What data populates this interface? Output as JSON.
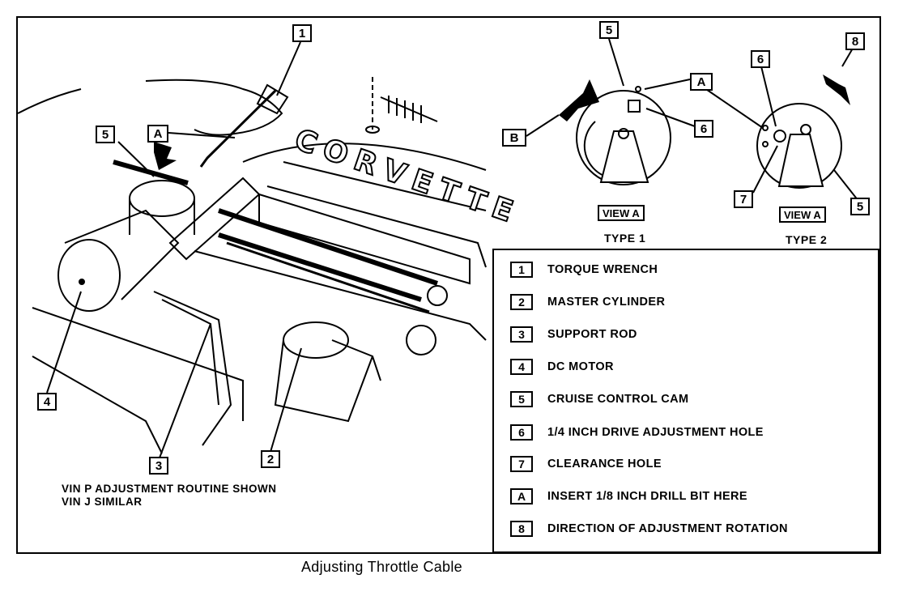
{
  "caption": "Adjusting Throttle Cable",
  "brand_text": "CORVETTE",
  "note": {
    "line1": "VIN P ADJUSTMENT ROUTINE SHOWN",
    "line2": "VIN J SIMILAR"
  },
  "callouts": {
    "c1": "1",
    "c2": "2",
    "c3": "3",
    "c4": "4",
    "c5": "5",
    "cA": "A",
    "v1_5": "5",
    "v1_A": "A",
    "v1_6": "6",
    "v1_B": "B",
    "v2_6": "6",
    "v2_8": "8",
    "v2_7": "7",
    "v2_5": "5"
  },
  "views": {
    "type1": {
      "view_label": "VIEW A",
      "type_label": "TYPE 1"
    },
    "type2": {
      "view_label": "VIEW A",
      "type_label": "TYPE 2"
    }
  },
  "legend": [
    {
      "key": "1",
      "text": "TORQUE WRENCH"
    },
    {
      "key": "2",
      "text": "MASTER CYLINDER"
    },
    {
      "key": "3",
      "text": "SUPPORT ROD"
    },
    {
      "key": "4",
      "text": "DC MOTOR"
    },
    {
      "key": "5",
      "text": "CRUISE CONTROL CAM"
    },
    {
      "key": "6",
      "text": "1/4 INCH DRIVE ADJUSTMENT HOLE"
    },
    {
      "key": "7",
      "text": "CLEARANCE HOLE"
    },
    {
      "key": "A",
      "text": "INSERT 1/8 INCH DRILL BIT HERE"
    },
    {
      "key": "8",
      "text": "DIRECTION OF ADJUSTMENT ROTATION"
    }
  ]
}
